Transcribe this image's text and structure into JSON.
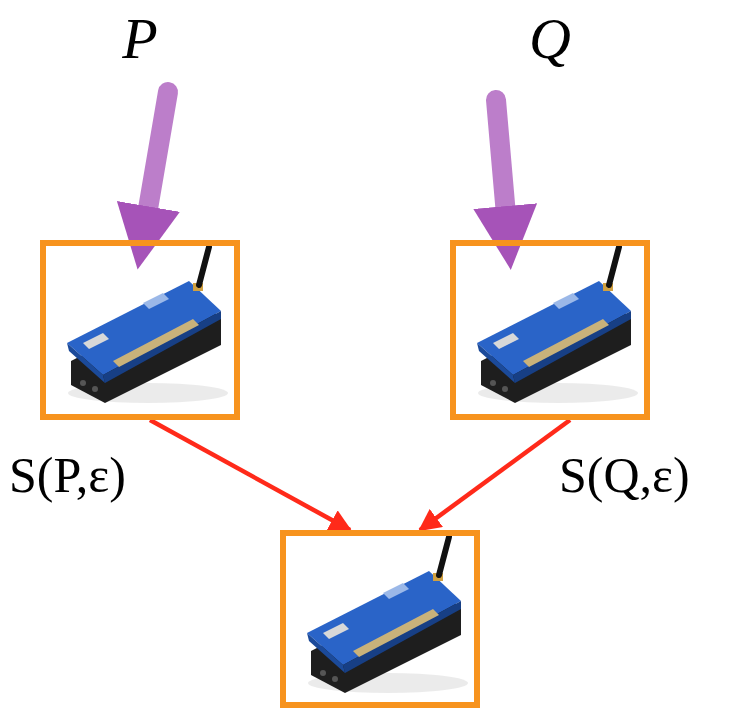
{
  "diagram": {
    "nodes": [
      {
        "text": [
          "P"
        ]
      },
      {
        "text": [
          "Q"
        ]
      },
      {
        "text": []
      }
    ],
    "edges": [
      {
        "from": 0,
        "to": 2,
        "arrow": "to",
        "label": "S(P,ε)"
      },
      {
        "from": 1,
        "to": 2,
        "arrow": "to",
        "label": "S(Q,ε)"
      }
    ]
  }
}
